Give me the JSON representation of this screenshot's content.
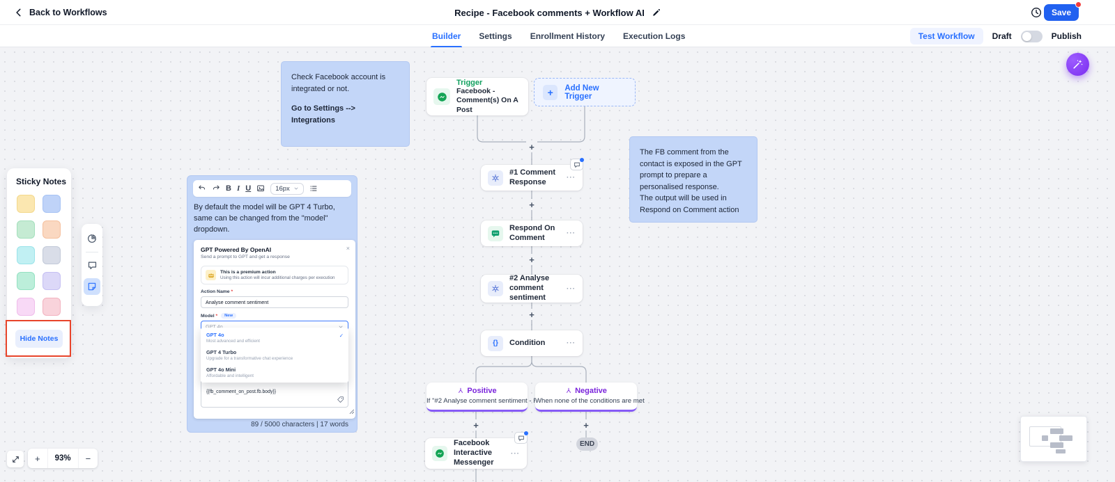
{
  "header": {
    "back_label": "Back to Workflows",
    "title": "Recipe - Facebook comments + Workflow AI",
    "save_label": "Save"
  },
  "tabs": {
    "items": [
      {
        "label": "Builder",
        "active": true
      },
      {
        "label": "Settings",
        "active": false
      },
      {
        "label": "Enrollment History",
        "active": false
      },
      {
        "label": "Execution Logs",
        "active": false
      }
    ],
    "test_workflow_label": "Test Workflow",
    "draft_label": "Draft",
    "publish_label": "Publish"
  },
  "workflow": {
    "trigger": {
      "kicker": "Trigger",
      "title": "Facebook - Comment(s) On A Post"
    },
    "add_trigger_label": "Add New Trigger",
    "nodes": {
      "comment_response": "#1 Comment Response",
      "respond_on_comment": "Respond On Comment",
      "analyse_sentiment": "#2 Analyse comment sentiment",
      "condition": "Condition",
      "fb_messenger": "Facebook Interactive Messenger"
    },
    "branches": {
      "positive": {
        "label": "Positive",
        "desc": "If \"#2 Analyse comment sentiment - R..."
      },
      "negative": {
        "label": "Negative",
        "desc": "When none of the conditions are met"
      }
    },
    "end_label": "END"
  },
  "notes": {
    "integration": {
      "text": "Check Facebook account is integrated or not.",
      "bold_text": "Go to Settings --> Integrations"
    },
    "gpt_output": {
      "line1": "The FB comment from the contact is exposed in the GPT prompt to prepare a personalised response.",
      "line2": "The output will be used in Respond on Comment action"
    }
  },
  "sticky_panel": {
    "title": "Sticky Notes",
    "hide_label": "Hide Notes",
    "colors": [
      {
        "fill": "#FBE7B0",
        "border": "#F3D88C"
      },
      {
        "fill": "#BFD3F8",
        "border": "#A6C2F4"
      },
      {
        "fill": "#C5EBD3",
        "border": "#A4DFBC"
      },
      {
        "fill": "#FAD8C1",
        "border": "#F5C09E"
      },
      {
        "fill": "#C1F0F3",
        "border": "#9AE3E9"
      },
      {
        "fill": "#D9DDE8",
        "border": "#C2C9D8"
      },
      {
        "fill": "#BCEEDA",
        "border": "#94E1C2"
      },
      {
        "fill": "#DCD8F8",
        "border": "#C5BFF3"
      },
      {
        "fill": "#F8D9F6",
        "border": "#EFBCEA"
      },
      {
        "fill": "#F9D3DB",
        "border": "#F2B2BF"
      }
    ]
  },
  "editor_note": {
    "text": "By default the model will be GPT 4 Turbo, same can be changed from the \"model\" dropdown.",
    "toolbar": {
      "bold": "B",
      "italic": "I",
      "underline": "U",
      "font_size": "16px"
    },
    "footer": "89 / 5000 characters | 17 words"
  },
  "gpt_modal": {
    "title": "GPT Powered By OpenAI",
    "subtitle": "Send a prompt to GPT and get a response",
    "premium": {
      "title": "This is a premium action",
      "desc": "Using this action will incur additional charges per execution"
    },
    "action_name": {
      "label": "Action Name",
      "value": "Analyse comment sentiment"
    },
    "model": {
      "label": "Model",
      "badge": "New",
      "placeholder": "GPT 4o"
    },
    "options": [
      {
        "name": "GPT 4o",
        "desc": "Most advanced and efficient",
        "selected": true
      },
      {
        "name": "GPT 4 Turbo",
        "desc": "Upgrade for a transformative chat experience",
        "selected": false
      },
      {
        "name": "GPT 4o Mini",
        "desc": "Affordable and intelligent",
        "selected": false
      }
    ],
    "prompt_value": "{{fb_comment_on_post.fb.body}}",
    "required_mark": "*"
  },
  "controls": {
    "zoom_level": "93%"
  },
  "symbols": {
    "plus": "+",
    "minus": "−",
    "ellipsis": "···",
    "check": "✓",
    "close": "×",
    "braces": "{}"
  },
  "colors": {
    "accent_blue": "#2970FF",
    "green": "#12B76A",
    "purple": "#7A24DB",
    "save_blue": "#2161F0",
    "note_blue": "#C3D6F8"
  }
}
